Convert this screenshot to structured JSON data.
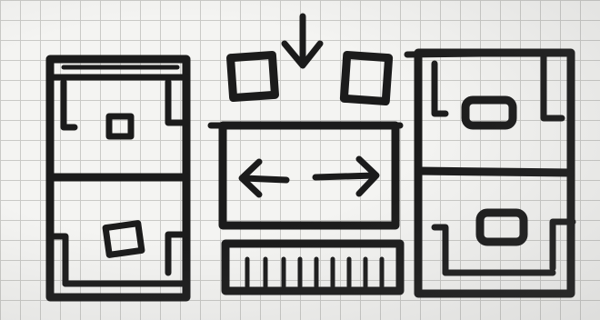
{
  "colors": {
    "paper": "#f4f4f2",
    "grid": "#c9c9c6",
    "ink": "#1b1b1b"
  },
  "panels": [
    {
      "name": "left-panel",
      "shape": "container with header bar, two stacked sections and two small boxes"
    },
    {
      "name": "middle-panel",
      "shape": "two boxes with down arrow, bidirectional arrow box, striped bar"
    },
    {
      "name": "right-panel",
      "shape": "container with header bar, two stacked sections and two rounded boxes"
    }
  ],
  "icons": [
    "down-arrow-icon",
    "left-arrow-icon",
    "right-arrow-icon"
  ]
}
